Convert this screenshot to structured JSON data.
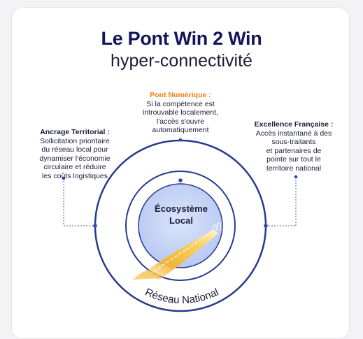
{
  "title": "Le Pont Win 2 Win",
  "subtitle": "hyper-connectivité",
  "left": {
    "heading": "Ancrage Territorial :",
    "lines": [
      "Sollicitation prioritaire",
      "du réseau local pour",
      "dynamiser l'économie",
      "circulaire et réduire",
      "les coûts logistiques"
    ]
  },
  "top": {
    "heading": "Pont Numérique :",
    "lines": [
      "Si la compétence est",
      "introuvable localement,",
      "l'accès s'ouvre",
      "automatiquement"
    ]
  },
  "right": {
    "heading": "Excellence Française :",
    "lines": [
      "Accès instantané à des",
      "sous-traitants",
      "et partenaires de",
      "pointe sur tout le",
      "territoire national"
    ]
  },
  "inner": {
    "line1": "Écosystème",
    "line2": "Local"
  },
  "outer_label": "Réseau National",
  "colors": {
    "title": "#14145a",
    "accent_orange": "#f07d10",
    "circle_stroke": "#283a8c",
    "inner_fill": "#c8d6f7",
    "bridge_gold": "#f2b53a"
  }
}
